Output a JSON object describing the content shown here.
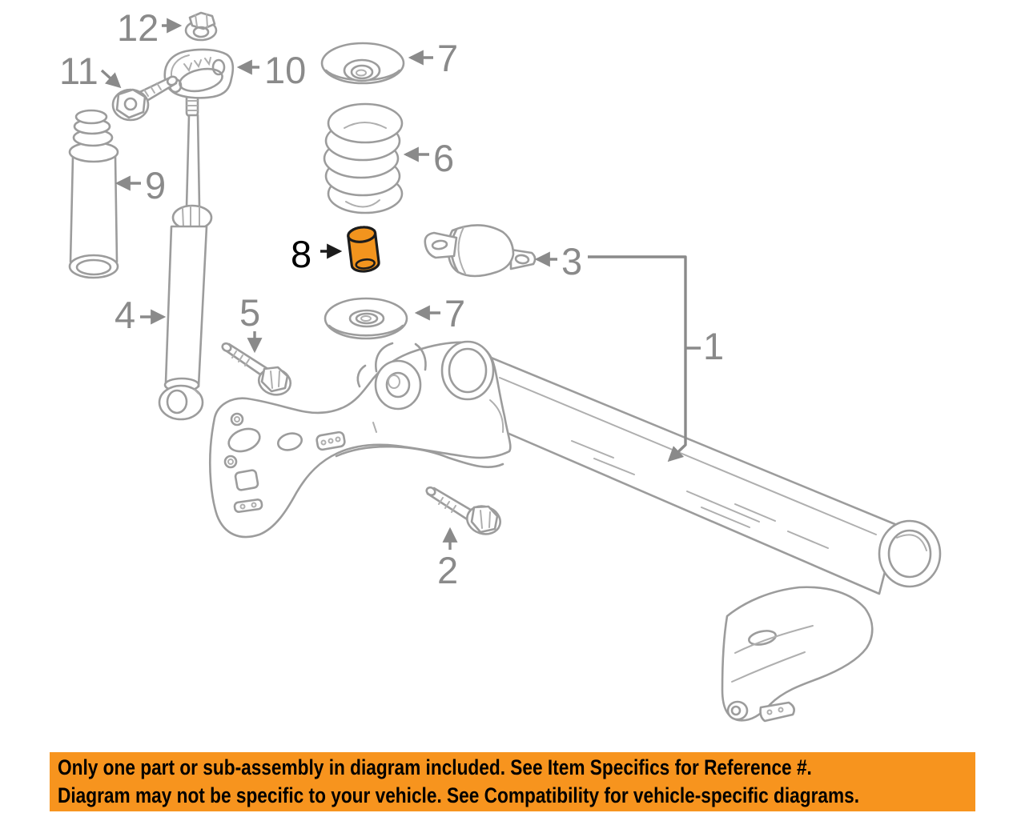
{
  "page": {
    "background": "#FFFFFF"
  },
  "diagram": {
    "kind": "rear-suspension-parts-diagram",
    "line_color": "#9C9C9C",
    "detail_line_color": "#AFAFAF",
    "callout_color": "#8A8A8A",
    "callouts": [
      {
        "number": "1"
      },
      {
        "number": "2"
      },
      {
        "number": "3"
      },
      {
        "number": "4"
      },
      {
        "number": "5"
      },
      {
        "number": "6"
      },
      {
        "number": "7"
      },
      {
        "number": "7"
      },
      {
        "number": "8"
      },
      {
        "number": "9"
      },
      {
        "number": "10"
      },
      {
        "number": "11"
      },
      {
        "number": "12"
      }
    ],
    "highlighted_part": {
      "number": "8",
      "fill_color": "#F2941E",
      "outline_color": "#1C1C1C",
      "label_color": "#000000"
    }
  },
  "banner": {
    "background_color": "#F7941E",
    "text_color": "#000000",
    "line1": "Only one part or sub-assembly in diagram included. See Item Specifics for Reference #.",
    "line2": "Diagram may not be specific to your vehicle. See Compatibility for vehicle-specific diagrams."
  }
}
